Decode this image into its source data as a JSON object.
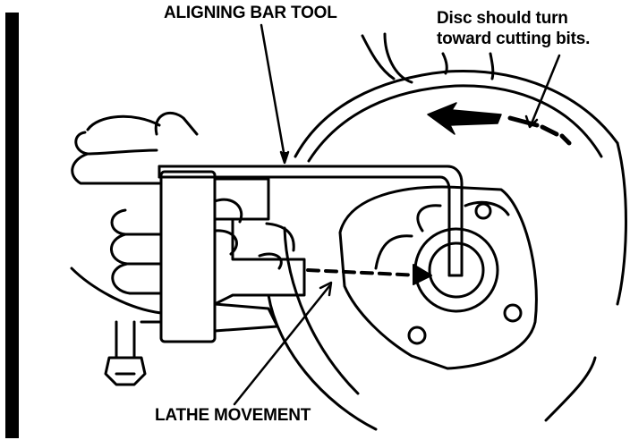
{
  "labels": {
    "aligning_bar_tool": "ALIGNING BAR TOOL",
    "disc_line1": "Disc should turn",
    "disc_line2": "toward cutting bits.",
    "lathe_movement": "LATHE MOVEMENT"
  },
  "icons": {
    "rotation_arrow": "curved-arrow-icon"
  }
}
